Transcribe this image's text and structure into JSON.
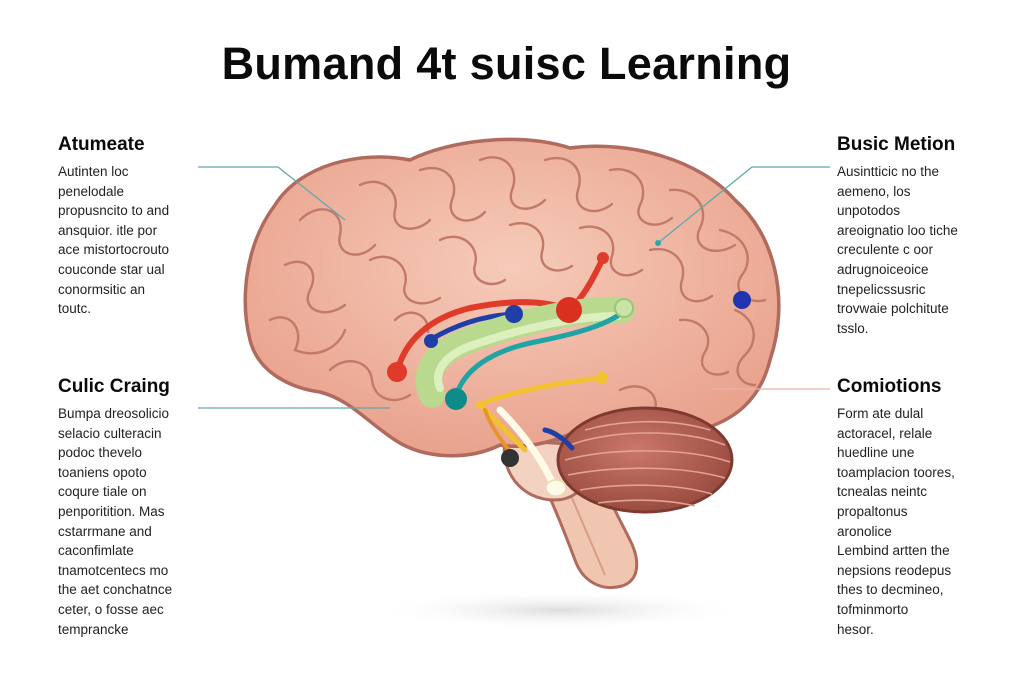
{
  "title": "Bumand 4t suisc Learning",
  "blocks": {
    "top_left": {
      "heading": "Atumeate",
      "lines": [
        "Autinten loc",
        "penelodale",
        "propusncito to and",
        "ansquior. itle por",
        "ace mistortocrouto",
        "couconde star ual",
        "conormsitic an",
        "toutc."
      ]
    },
    "bottom_left": {
      "heading": "Culic Craing",
      "lines": [
        "Bumpa dreosolicio",
        "selacio culteracin",
        "podoc thevelo",
        "toaniens opoto",
        "coqure tiale on",
        "penporitition. Mas",
        "cstarrmane and",
        "caconfimlate",
        "tnamotcentecs mo",
        "the aet conchatnce",
        "ceter, o fosse aec",
        "temprancke"
      ]
    },
    "top_right": {
      "heading": "Busic Metion",
      "lines": [
        "Ausintticic no the",
        "aemeno, los",
        "unpotodos",
        "areoignatio loo tiche",
        "creculente c oor",
        "adrugnoiceoice",
        "tnepelicssusric",
        "trovwaie polchitute",
        "tsslo."
      ]
    },
    "bottom_right": {
      "heading": "Comiotions",
      "lines": [
        "Form ate dulal",
        "actoracel, relale",
        "huedline une",
        "toamplacion toores,",
        "tcnealas neintc",
        "propaltonus",
        "aronolice",
        "Lembind artten the",
        "nepsions reodepus",
        "thes to decmineo,",
        "tofminmorto",
        "hesor."
      ]
    }
  },
  "colors": {
    "brain_fill": "#f0b7a4",
    "brain_outline": "#b06a5e",
    "cerebellum": "#b06050",
    "brainstem": "#f1c6b1",
    "leader_line": "#5fa8ac",
    "red_tract": "#e03a2a",
    "teal_tract": "#1fa3a4",
    "green_tract": "#b9d98e",
    "yellow_tract": "#f2c230",
    "blue_node": "#1f3fa8"
  }
}
